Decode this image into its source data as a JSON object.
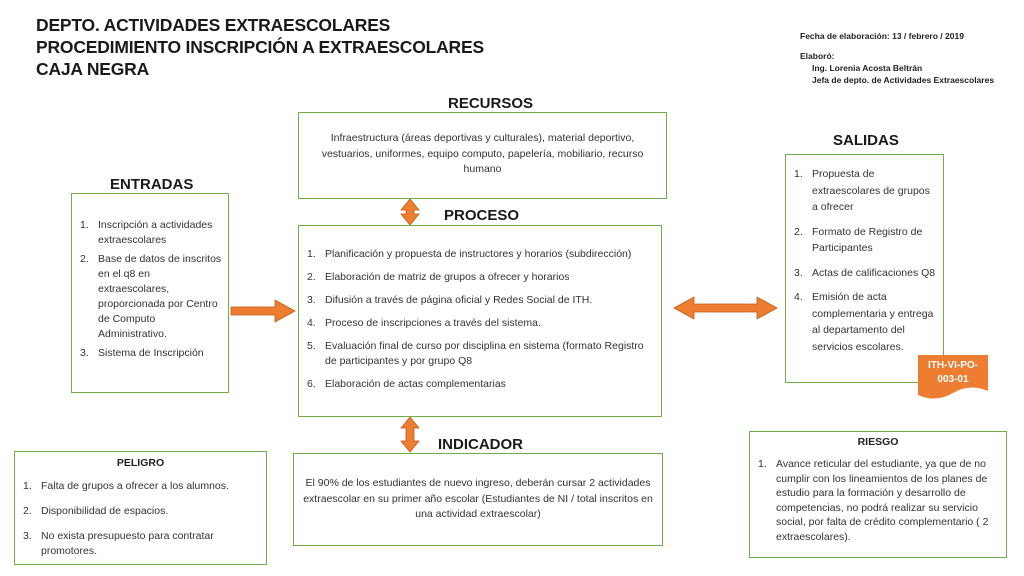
{
  "header": {
    "line1": "DEPTO. ACTIVIDADES EXTRAESCOLARES",
    "line2": "PROCEDIMIENTO INSCRIPCIÓN A EXTRAESCOLARES",
    "line3": "CAJA NEGRA"
  },
  "meta": {
    "fecha": "Fecha de elaboración: 13 / febrero / 2019",
    "elaboro_label": "Elaboró:",
    "elaboro_name": "Ing. Lorenia Acosta Beltrán",
    "elaboro_role": "Jefa de depto. de Actividades Extraescolares"
  },
  "recursos": {
    "label": "RECURSOS",
    "text": "Infraestructura (áreas deportivas y culturales), material deportivo, vestuarios, uniformes, equipo computo, papelería, mobiliario, recurso humano"
  },
  "entradas": {
    "label": "ENTRADAS",
    "items": [
      "Inscripción a actividades extraescolares",
      "Base de datos de inscritos en el q8 en extraescolares, proporcionada por Centro de Computo Administrativo.",
      "Sistema de  Inscripción"
    ]
  },
  "proceso": {
    "label": "PROCESO",
    "items": [
      "Planificación y propuesta de instructores y horarios (subdirección)",
      "Elaboración de matriz de grupos a ofrecer y horarios",
      "Difusión a través de página oficial y Redes Social de ITH.",
      "Proceso de inscripciones a través del sistema.",
      "Evaluación final de curso por disciplina en sistema (formato Registro de participantes y por grupo Q8",
      "Elaboración de actas complementarias"
    ]
  },
  "salidas": {
    "label": "SALIDAS",
    "items": [
      "Propuesta de extraescolares de grupos a ofrecer",
      "Formato de Registro de Participantes",
      "Actas de calificaciones Q8",
      "Emisión de acta complementaria y entrega al departamento del servicios escolares."
    ],
    "code_line1": "ITH-VI-PO-",
    "code_line2": "003-01"
  },
  "indicador": {
    "label": "INDICADOR",
    "text": "El 90% de los estudiantes  de nuevo ingreso, deberán cursar 2 actividades extraescolar en su primer año escolar (Estudiantes de NI / total inscritos en una actividad extraescolar)"
  },
  "peligro": {
    "label": "PELIGRO",
    "items": [
      "Falta de grupos a ofrecer a los alumnos.",
      "Disponibilidad de espacios.",
      "No exista presupuesto para contratar promotores."
    ]
  },
  "riesgo": {
    "label": "RIESGO",
    "items": [
      "Avance reticular del estudiante, ya que de no cumplir con los lineamientos de los planes de estudio para la formación y desarrollo de competencias,  no podrá  realizar su servicio social, por falta de crédito complementario ( 2 extraescolares)."
    ]
  },
  "colors": {
    "box_border": "#70ad47",
    "arrow_fill": "#ed7d31",
    "tag_fill": "#ed7d31"
  }
}
